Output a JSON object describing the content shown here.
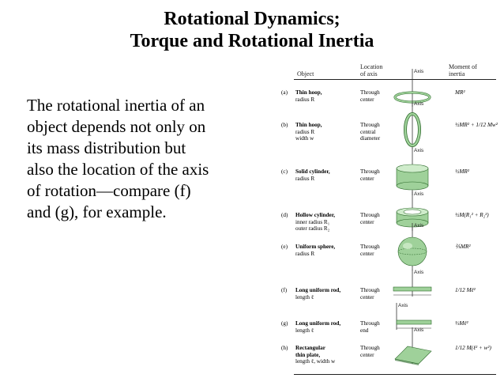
{
  "title": {
    "line1": "Rotational Dynamics;",
    "line2": "Torque and Rotational Inertia"
  },
  "body_text": [
    "The rotational inertia of an",
    "object depends not only on",
    "its mass distribution but",
    "also the location of the axis",
    "of rotation—compare (f)",
    "and (g), for example."
  ],
  "table": {
    "headers": {
      "object": "Object",
      "location": "Location\nof axis",
      "moment": "Moment of\ninertia"
    },
    "axis_label": "Axis",
    "rows": [
      {
        "tag": "(a)",
        "name": "Thin hoop,",
        "desc": "radius R",
        "location": "Through\ncenter",
        "moment": "MR²"
      },
      {
        "tag": "(b)",
        "name": "Thin hoop,",
        "desc": "radius R\nwidth w",
        "location": "Through\ncentral\ndiameter",
        "moment": "½MR² + 1/12 Mw²"
      },
      {
        "tag": "(c)",
        "name": "Solid cylinder,",
        "desc": "radius R",
        "location": "Through\ncenter",
        "moment": "½MR²"
      },
      {
        "tag": "(d)",
        "name": "Hollow cylinder,",
        "desc": "inner radius R₁\nouter radius R₂",
        "location": "Through\ncenter",
        "moment": "½M(R₁² + R₂²)"
      },
      {
        "tag": "(e)",
        "name": "Uniform sphere,",
        "desc": "radius R",
        "location": "Through\ncenter",
        "moment": "⅖MR²"
      },
      {
        "tag": "(f)",
        "name": "Long uniform rod,",
        "desc": "length ℓ",
        "location": "Through\ncenter",
        "moment": "1/12 Mℓ²"
      },
      {
        "tag": "(g)",
        "name": "Long uniform rod,",
        "desc": "length ℓ",
        "location": "Through\nend",
        "moment": "⅓Mℓ²"
      },
      {
        "tag": "(h)",
        "name": "Rectangular\nthin plate,",
        "desc": "length ℓ, width w",
        "location": "Through\ncenter",
        "moment": "1/12 M(ℓ² + w²)"
      }
    ]
  }
}
